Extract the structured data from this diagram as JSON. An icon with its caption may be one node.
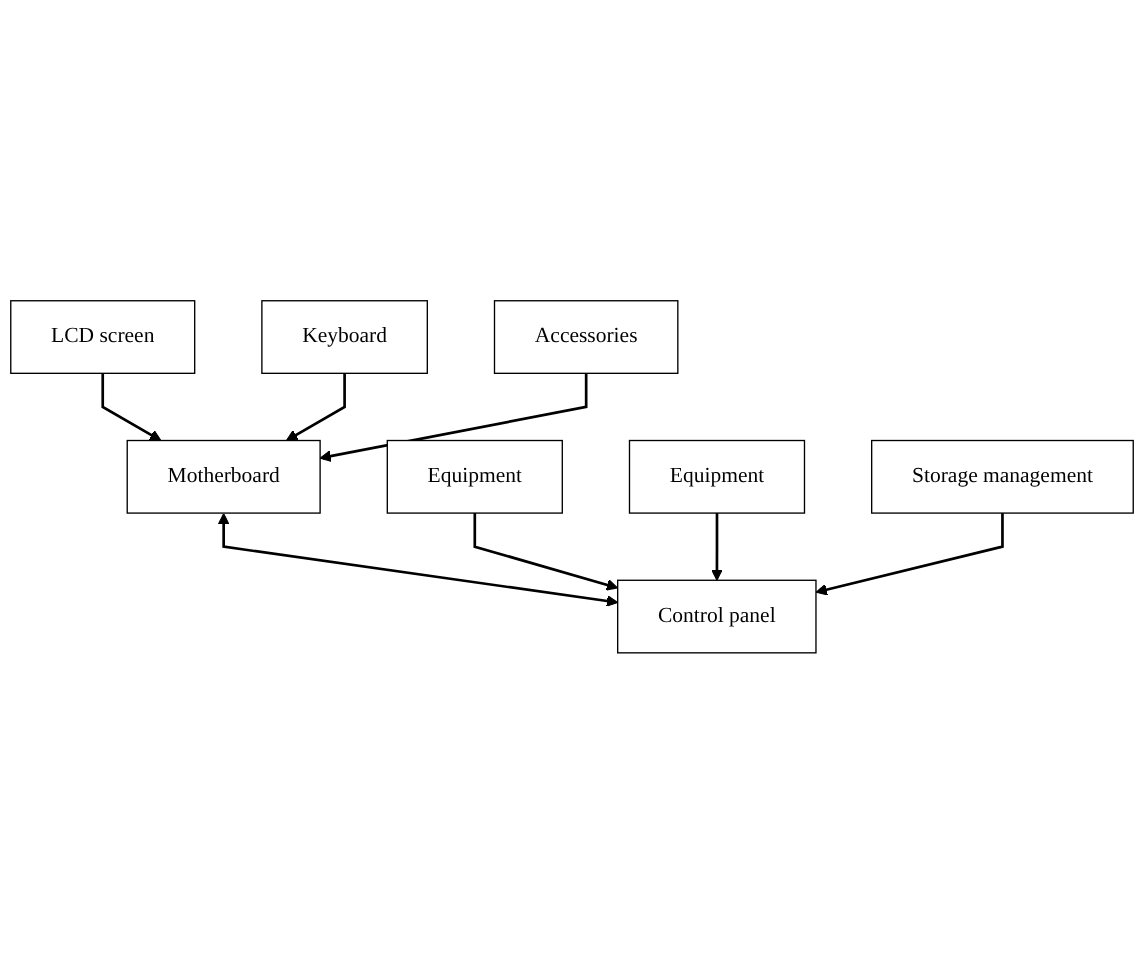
{
  "diagram": {
    "nodes": [
      {
        "text": [
          "LCD screen"
        ]
      },
      {
        "text": [
          "Keyboard"
        ]
      },
      {
        "text": [
          "Motherboard"
        ]
      },
      {
        "text": [
          "Accessories"
        ]
      },
      {
        "text": [
          "Equipment"
        ]
      },
      {
        "text": [
          "Control panel"
        ]
      },
      {
        "text": [
          "Equipment"
        ]
      },
      {
        "text": [
          "Storage management"
        ]
      }
    ],
    "edges": [
      {
        "from": 0,
        "to": 2,
        "arrow": "to"
      },
      {
        "from": 1,
        "to": 2,
        "arrow": "to"
      },
      {
        "from": 3,
        "to": 2,
        "arrow": "to"
      },
      {
        "from": 2,
        "to": 5,
        "arrow": "both"
      },
      {
        "from": 4,
        "to": 5,
        "arrow": "to"
      },
      {
        "from": 6,
        "to": 5,
        "arrow": "to"
      },
      {
        "from": 7,
        "to": 5,
        "arrow": "to"
      }
    ]
  }
}
